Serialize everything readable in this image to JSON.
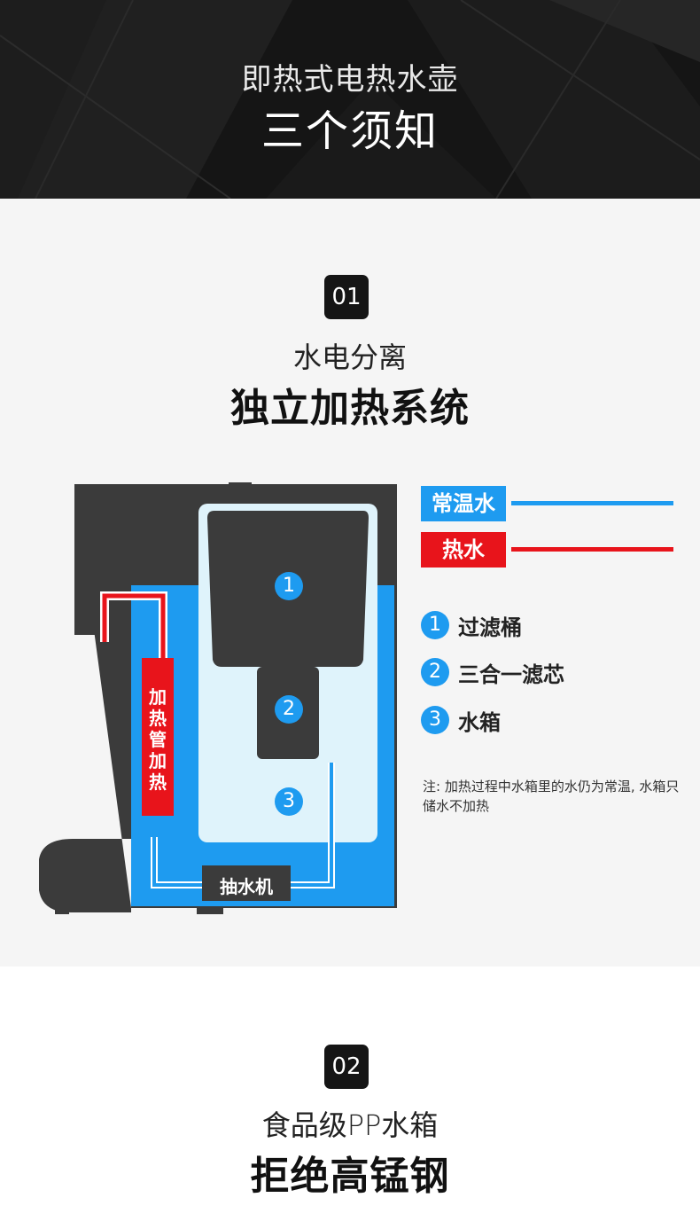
{
  "hero": {
    "subtitle": "即热式电热水壶",
    "title": "三个须知"
  },
  "section1": {
    "badge": "01",
    "subtitle": "水电分离",
    "title": "独立加热系统",
    "legend": {
      "normal_water": {
        "label": "常温水",
        "color": "#1e9bf0"
      },
      "hot_water": {
        "label": "热水",
        "color": "#e8141b"
      }
    },
    "keys": [
      {
        "num": "1",
        "label": "过滤桶"
      },
      {
        "num": "2",
        "label": "三合一滤芯"
      },
      {
        "num": "3",
        "label": "水箱"
      }
    ],
    "note": "注: 加热过程中水箱里的水仍为常温, 水箱只储水不加热",
    "diagram": {
      "heating_tube_label": "加热管加热",
      "pump_label": "抽水机",
      "markers": [
        "1",
        "2",
        "3"
      ]
    }
  },
  "section2": {
    "badge": "02",
    "subtitle": "食品级PP水箱",
    "title": "拒绝高锰钢"
  },
  "colors": {
    "dark": "#151515",
    "body_gray": "#3b3b3b",
    "water_blue": "#1e9bf0",
    "light_blue": "#dff3fb",
    "hot_red": "#e8141b"
  }
}
